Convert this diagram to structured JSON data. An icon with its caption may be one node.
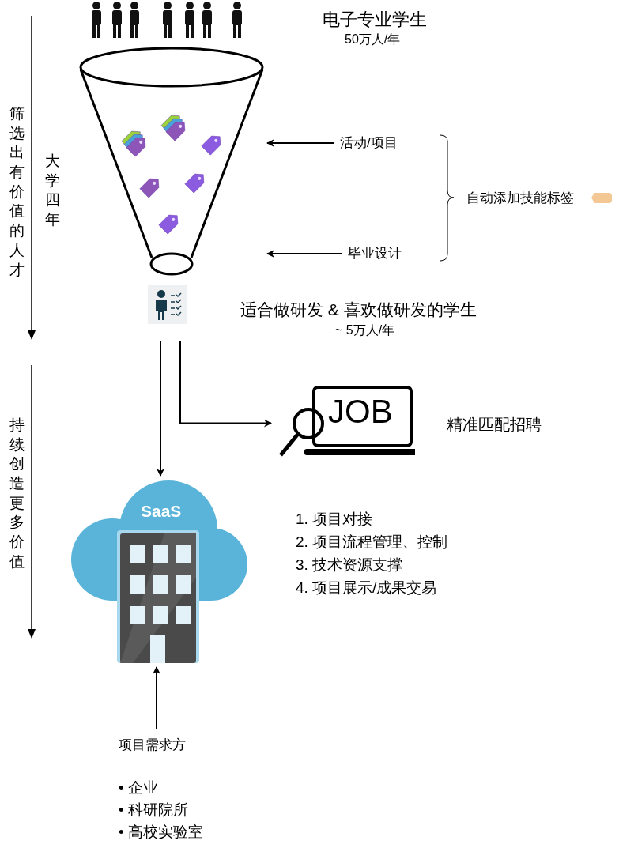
{
  "diagram": {
    "nodes": [
      {
        "text": [],
        "shape": "funnel"
      },
      {
        "text": [
          "活动/项目"
        ]
      },
      {
        "text": [
          "毕业设计"
        ]
      },
      {
        "text": [],
        "shape": "picture",
        "beside": [
          "适合做研发 & 喜欢做研发的学生",
          "~ 5万人/年"
        ]
      },
      {
        "text": [
          "JOB"
        ],
        "beside": [
          "精准匹配招聘"
        ]
      },
      {
        "text": [
          "SaaS"
        ]
      },
      {
        "text": [
          "项目需求方"
        ]
      }
    ],
    "edges": [
      {
        "from": 1,
        "to": 0,
        "arrow": "to"
      },
      {
        "from": 2,
        "to": 0,
        "arrow": "to"
      },
      {
        "from": 3,
        "to": 5,
        "arrow": "to"
      },
      {
        "from": 3,
        "to": 4,
        "arrow": "to"
      },
      {
        "from": 6,
        "to": 5,
        "arrow": "to"
      }
    ],
    "labels": [
      "电子专业学生",
      "50万人/年",
      "筛选出有价值的人才",
      "大学四年",
      "自动添加技能标签",
      "持续创造更多价值",
      "1. 项目对接",
      "2. 项目流程管理、控制",
      "3. 技术资源支撑",
      "4. 项目展示/成果交易",
      "• 企业",
      "• 科研院所",
      "• 高校实验室"
    ]
  }
}
